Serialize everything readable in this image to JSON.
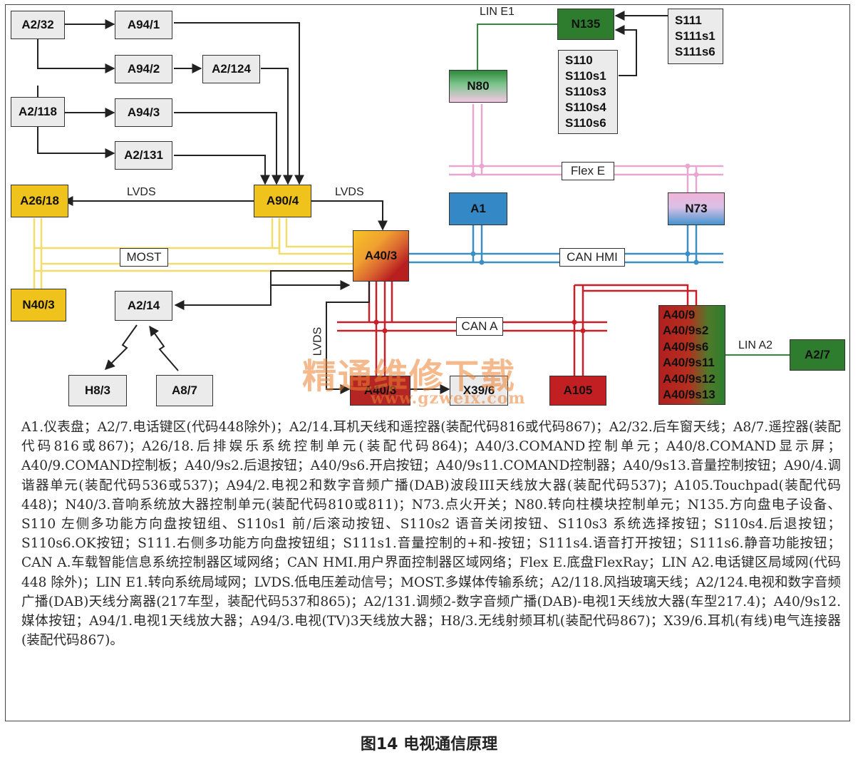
{
  "nodes": {
    "A2_32": "A2/32",
    "A94_1": "A94/1",
    "A94_2": "A94/2",
    "A2_124": "A2/124",
    "A2_118": "A2/118",
    "A94_3": "A94/3",
    "A2_131": "A2/131",
    "A26_18": "A26/18",
    "A90_4": "A90/4",
    "N40_3": "N40/3",
    "A2_14": "A2/14",
    "H8_3": "H8/3",
    "A8_7": "A8/7",
    "A40_3": "A40/3",
    "A40_8": "A40/8",
    "X39_6": "X39/6",
    "A105": "A105",
    "N135": "N135",
    "N80": "N80",
    "A1": "A1",
    "N73": "N73",
    "A2_7": "A2/7",
    "S111_group": [
      "S111",
      "S111s1",
      "S111s6"
    ],
    "S110_group": [
      "S110",
      "S110s1",
      "S110s3",
      "S110s4",
      "S110s6"
    ],
    "A40_9_group": [
      "A40/9",
      "A40/9s2",
      "A40/9s6",
      "A40/9s11",
      "A40/9s12",
      "A40/9s13"
    ]
  },
  "buses": {
    "lvds_left": "LVDS",
    "lvds_right": "LVDS",
    "lvds_vertical": "LVDS",
    "most": "MOST",
    "can_hmi": "CAN HMI",
    "can_a": "CAN A",
    "flex_e": "Flex E",
    "lin_e1": "LIN E1",
    "lin_a2": "LIN A2"
  },
  "colors": {
    "gray_box": "#ecebeb",
    "yellow_box": "#f0c21c",
    "most_line": "#f3dc6a",
    "can_hmi_line": "#3d8fc2",
    "can_a_line": "#c8202a",
    "flex_line": "#e8a7d0",
    "lin_line": "#2f8a3a",
    "dark_green": "#2e7d2e",
    "dark_red": "#b02020",
    "blue": "#3488c5"
  },
  "watermark": {
    "title": "精通维修下载",
    "url": "www.gzweix.com"
  },
  "legend_text": "A1.仪表盘；A2/7.电话键区(代码448除外)；A2/14.耳机天线和遥控器(装配代码816或代码867)；A2/32.后车窗天线；A8/7.遥控器(装配代码816或867)；A26/18.后排娱乐系统控制单元(装配代码864)；A40/3.COMAND控制单元；A40/8.COMAND显示屏；A40/9.COMAND控制板；A40/9s2.后退按钮；A40/9s6.开启按钮；A40/9s11.COMAND控制器；A40/9s13.音量控制按钮；A90/4.调谐器单元(装配代码536或537)；A94/2.电视2和数字音频广播(DAB)波段III天线放大器(装配代码537)；A105.Touchpad(装配代码448)；N40/3.音响系统放大器控制单元(装配代码810或811)；N73.点火开关；N80.转向柱模块控制单元；N135.方向盘电子设备、S110 左侧多功能方向盘按钮组、S110s1 前/后滚动按钮、S110s2 语音关闭按钮、S110s3 系统选择按钮；S110s4.后退按钮；S110s6.OK按钮；S111.右侧多功能方向盘按钮组；S111s1.音量控制的+和-按钮；S111s4.语音打开按钮；S111s6.静音功能按钮；CAN A.车载智能信息系统控制器区域网络；CAN HMI.用户界面控制器区域网络；Flex E.底盘FlexRay；LIN A2.电话键区局域网(代码448 除外)；LIN E1.转向系统局域网；LVDS.低电压差动信号；MOST.多媒体传输系统；A2/118.风挡玻璃天线；A2/124.电视和数字音频广播(DAB)天线分离器(217车型，装配代码537和865)；A2/131.调频2-数字音频广播(DAB)-电视1天线放大器(车型217.4)；A40/9s12.媒体按钮；A94/1.电视1天线放大器；A94/3.电视(TV)3天线放大器；H8/3.无线射频耳机(装配代码867)；X39/6.耳机(有线)电气连接器(装配代码867)。",
  "caption": "图14 电视通信原理"
}
